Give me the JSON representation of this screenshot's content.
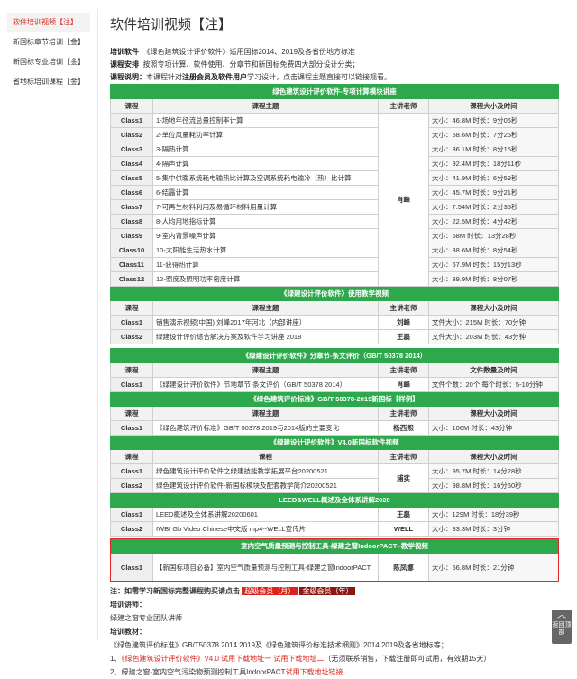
{
  "sidebar": {
    "items": [
      {
        "label": "软件培训视频【注】",
        "active": true
      },
      {
        "label": "新国标章节培训【金】",
        "active": false
      },
      {
        "label": "新国标专业培训【金】",
        "active": false
      },
      {
        "label": "省地标培训课程【金】",
        "active": false
      }
    ]
  },
  "page": {
    "title": "软件培训视频【注】"
  },
  "intro": {
    "software_label": "培训软件",
    "software_text": "《绿色建筑设计评价软件》适用国标2014、2019及各省份地方标准",
    "arrangement_label": "课程安排",
    "arrangement_text": "按照专项计算、软件使用、分章节和新国标免费四大部分设计分类；",
    "note_label": "课程说明：",
    "note_prefix": "本课程针对",
    "note_highlight": "注册会员及软件用户",
    "note_suffix": "学习设计，点击课程主题直接可以链接观看。"
  },
  "sections": [
    {
      "title": "绿色建筑设计评价软件-专项计算模块讲座",
      "headers": [
        "课程",
        "课程主题",
        "主讲老师",
        "课程大小及时间"
      ],
      "teacher": "肖峰",
      "rows": [
        {
          "cls": "Class1",
          "topic": "1-场地年径流总量控制率计算",
          "info": "大小：46.8M 时长：9分06秒"
        },
        {
          "cls": "Class2",
          "topic": "2-单位风量耗功率计算",
          "info": "大小：58.6M 时长：7分25秒"
        },
        {
          "cls": "Class3",
          "topic": "3-隔热计算",
          "info": "大小：36.1M 时长：8分15秒"
        },
        {
          "cls": "Class4",
          "topic": "4-隔声计算",
          "info": "大小：92.4M 时长：18分11秒"
        },
        {
          "cls": "Class5",
          "topic": "5-集中供暖系统耗电输热比计算及空调系统耗电输冷（热）比计算",
          "info": "大小：41.9M 时长：6分59秒"
        },
        {
          "cls": "Class6",
          "topic": "6-结露计算",
          "info": "大小：45.7M 时长：9分21秒"
        },
        {
          "cls": "Class7",
          "topic": "7-可再生材料利用及易循环材料用量计算",
          "info": "大小：7.54M 时长：2分35秒"
        },
        {
          "cls": "Class8",
          "topic": "8-人均用地指标计算",
          "info": "大小：22.5M 时长：4分42秒"
        },
        {
          "cls": "Class9",
          "topic": "9-室内背景噪声计算",
          "info": "大小：58M 时长：13分28秒"
        },
        {
          "cls": "Class10",
          "topic": "10-太阳能生活热水计算",
          "info": "大小：38.6M 时长：8分54秒"
        },
        {
          "cls": "Class11",
          "topic": "11-获得热计算",
          "info": "大小：67.9M 时长：15分13秒"
        },
        {
          "cls": "Class12",
          "topic": "12-照度及照明功率密度计算",
          "info": "大小：39.9M 时长：8分07秒"
        }
      ]
    },
    {
      "title": "《绿建设计评价软件》使用教学视频",
      "headers": [
        "课程",
        "课程主题",
        "主讲老师",
        "课程大小及时间"
      ],
      "rows": [
        {
          "cls": "Class1",
          "topic": "销售演示视频(中国) 刘峰2017年河北（内部讲座）",
          "teacher": "刘峰",
          "info": "文件大小：215M 时长：70分钟"
        },
        {
          "cls": "Class2",
          "topic": "绿建设计评价综合解决方案及软件学习讲座 2018",
          "teacher": "王磊",
          "info": "文件大小：203M 时长：43分钟"
        }
      ]
    },
    {
      "title": "《绿建设计评价软件》分章节-条文评价（GB/T 50378 2014）",
      "headers": [
        "课程",
        "课程主题",
        "主讲老师",
        "文件数量及时间"
      ],
      "rows": [
        {
          "cls": "Class1",
          "topic": "《绿建设计评价软件》节地章节 条文评价（GB/T 50378 2014）",
          "teacher": "肖峰",
          "info": "文件个数：20个 每个时长：5-10分钟"
        }
      ]
    },
    {
      "title": "《绿色建筑评价标准》GB/T 50378-2019新国标【样例】",
      "headers": [
        "课程",
        "课程主题",
        "主讲老师",
        "课程大小及时间"
      ],
      "rows": [
        {
          "cls": "Class1",
          "topic": "《绿色建筑评价标准》GB/T 50378 2019与2014版的主要变化",
          "teacher": "杨西熙",
          "info": "大小：106M 时长：43分钟"
        }
      ]
    },
    {
      "title": "《绿建设计评价软件》V4.0新国标软件视频",
      "headers": [
        "课程",
        "课程",
        "主讲老师",
        "课程大小及时间"
      ],
      "teacher": "浦实",
      "rows": [
        {
          "cls": "Class1",
          "topic": "绿色建筑设计评价软件之绿建技能教学拓展平台20200521",
          "info": "大小：95.7M 时长：14分28秒"
        },
        {
          "cls": "Class2",
          "topic": "绿色建筑设计评价软件-新国标模块及配套教学简介20200521",
          "info": "大小：98.8M 时长：16分50秒"
        }
      ]
    },
    {
      "title": "LEED&WELL概述及全体系讲解2020",
      "rows": [
        {
          "cls": "Class1",
          "topic": "LEED概述及全体系讲解20200601",
          "teacher": "王磊",
          "info": "大小：129M 时长：18分39秒"
        },
        {
          "cls": "Class2",
          "topic": "IWBI Gb Video Chinese中文版 mp4--WELL宣传片",
          "teacher": "WELL",
          "info": "大小：33.3M 时长：3分钟"
        }
      ]
    },
    {
      "title": "室内空气质量预测与控制工具-绿建之窗IndoorPACT--教学视频",
      "rows": [
        {
          "cls": "Class1",
          "topic": "【新国标项目必备】室内空气质量预测与控制工具-绿建之窗IndoorPACT",
          "teacher": "陈凤娜",
          "info": "大小：56.8M 时长：21分钟"
        }
      ]
    }
  ],
  "footer": {
    "note_prefix": "注：如需学习新国标完整课程购买请点击",
    "btn_month": "超级会员（月）",
    "btn_year": "金级会员（年）",
    "lecturer_label": "培训讲师：",
    "lecturer_text": "绿建之窗专业团队讲师",
    "material_label": "培训教材：",
    "material_text": "《绿色建筑评价标准》GB/T50378 2014 2019及《绿色建筑评价标准技术细则》2014 2019及各省地标等；",
    "line1_num": "1、",
    "line1_red": "《绿色建筑设计评价软件》V4.0 试用下载地址一 试用下载地址二",
    "line1_rest": "（无须联系销售，下载注册即可试用，有效期15天）",
    "line2_num": "2、",
    "line2_text": "绿建之窗-室内空气污染物预测控制工具IndoorPACT",
    "line2_red": "试用下载地址链接"
  },
  "scroll_top": {
    "label": "返回顶部"
  }
}
